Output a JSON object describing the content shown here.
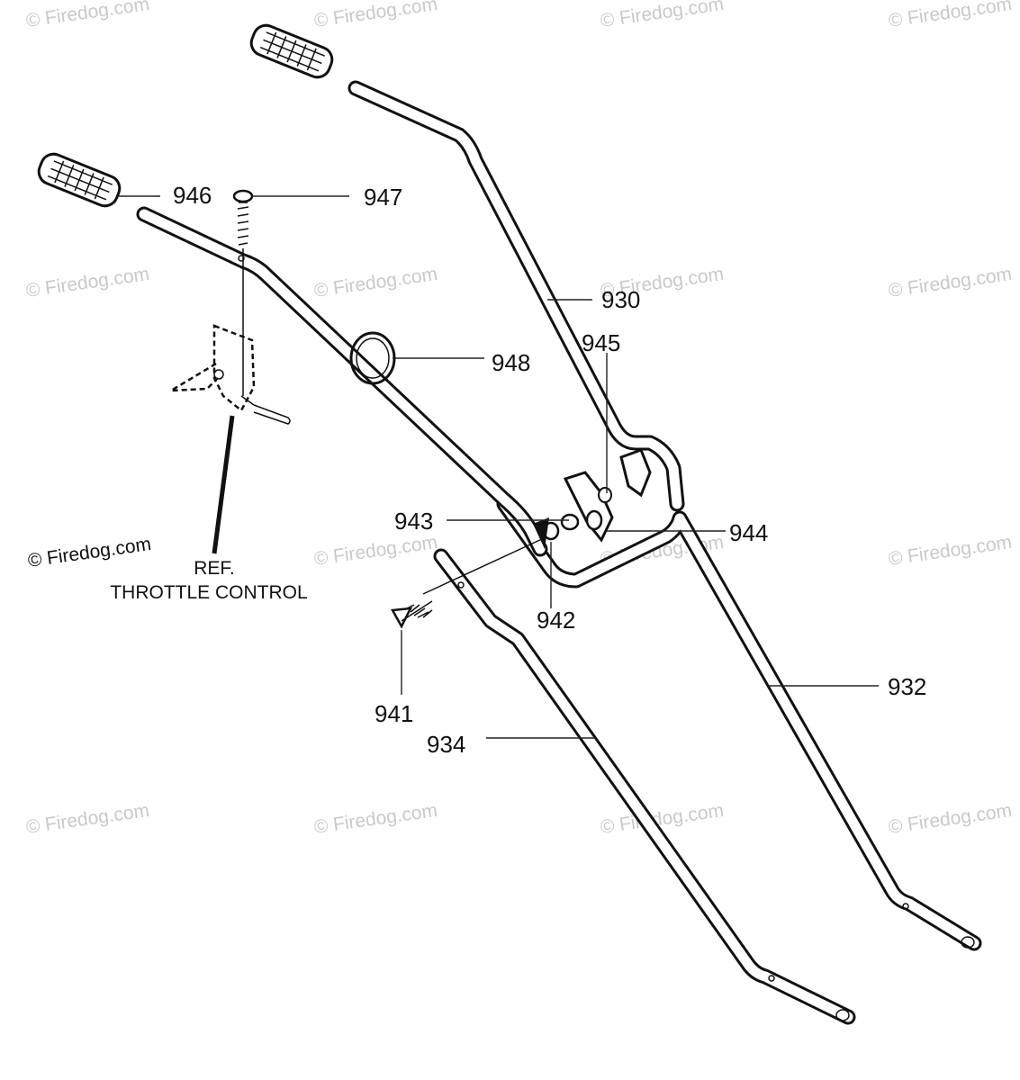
{
  "watermark": "© Firedog.com",
  "copyright": "© Firedog.com",
  "reference": {
    "line1": "REF.",
    "line2": "THROTTLE CONTROL"
  },
  "callouts": {
    "p930": "930",
    "p932": "932",
    "p934": "934",
    "p941": "941",
    "p942": "942",
    "p943": "943",
    "p944": "944",
    "p945": "945",
    "p946": "946",
    "p947": "947",
    "p948": "948"
  }
}
